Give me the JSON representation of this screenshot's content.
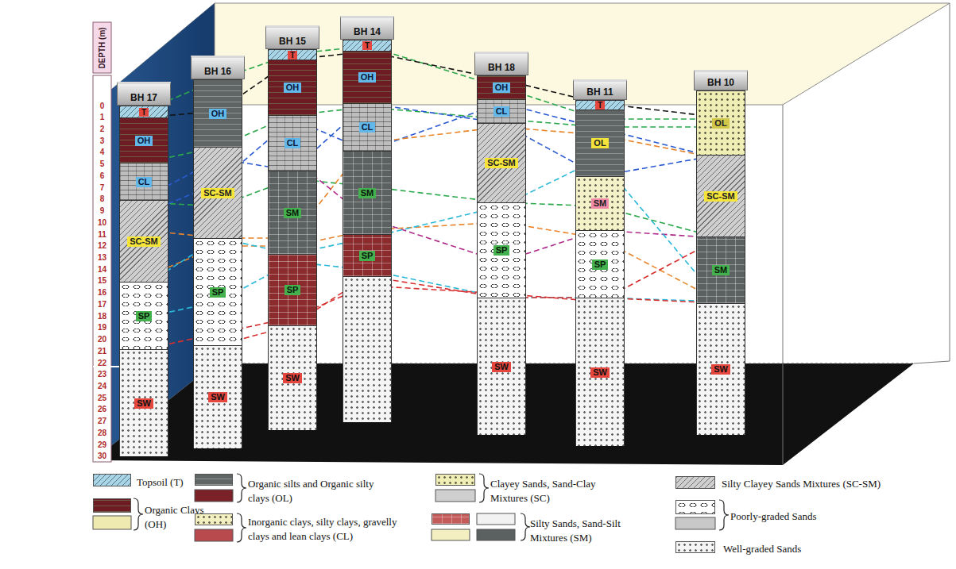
{
  "diagram": {
    "nodes": [
      {
        "text": [
          "BH 17"
        ]
      },
      {
        "text": [
          "T"
        ],
        "in": 0
      },
      {
        "text": [
          "OH"
        ],
        "in": 0
      },
      {
        "text": [
          "CL"
        ],
        "in": 0
      },
      {
        "text": [
          "SC-SM"
        ],
        "in": 0
      },
      {
        "text": [
          "SP"
        ],
        "in": 0
      },
      {
        "text": [
          "SW"
        ],
        "in": 0
      },
      {
        "text": [
          "BH 16"
        ]
      },
      {
        "text": [
          "OH"
        ],
        "in": 7
      },
      {
        "text": [
          "SC-SM"
        ],
        "in": 7
      },
      {
        "text": [
          "SP"
        ],
        "in": 7
      },
      {
        "text": [
          "SW"
        ],
        "in": 7
      },
      {
        "text": [
          "BH 15"
        ]
      },
      {
        "text": [
          "T"
        ],
        "in": 12
      },
      {
        "text": [
          "OH"
        ],
        "in": 12
      },
      {
        "text": [
          "CL"
        ],
        "in": 12
      },
      {
        "text": [
          "SM"
        ],
        "in": 12
      },
      {
        "text": [
          "SP"
        ],
        "in": 12
      },
      {
        "text": [
          "SW"
        ],
        "in": 12
      },
      {
        "text": [
          "BH 14"
        ]
      },
      {
        "text": [
          "T"
        ],
        "in": 19
      },
      {
        "text": [
          "OH"
        ],
        "in": 19
      },
      {
        "text": [
          "CL"
        ],
        "in": 19
      },
      {
        "text": [
          "SM"
        ],
        "in": 19
      },
      {
        "text": [
          "SP"
        ],
        "in": 19
      },
      {
        "text": [
          "BH 18"
        ]
      },
      {
        "text": [
          "OH"
        ],
        "in": 25
      },
      {
        "text": [
          "CL"
        ],
        "in": 25
      },
      {
        "text": [
          "SC-SM"
        ],
        "in": 25
      },
      {
        "text": [
          "SP"
        ],
        "in": 25
      },
      {
        "text": [
          "SW"
        ],
        "in": 25
      },
      {
        "text": [
          "BH 11"
        ]
      },
      {
        "text": [
          "T"
        ],
        "in": 31
      },
      {
        "text": [
          "OL"
        ],
        "in": 31
      },
      {
        "text": [
          "SM"
        ],
        "in": 31
      },
      {
        "text": [
          "SP"
        ],
        "in": 31
      },
      {
        "text": [
          "SW"
        ],
        "in": 31
      },
      {
        "text": [
          "BH 10"
        ]
      },
      {
        "text": [
          "OL"
        ],
        "in": 37
      },
      {
        "text": [
          "SC-SM"
        ],
        "in": 37
      },
      {
        "text": [
          "SM"
        ],
        "in": 37
      },
      {
        "text": [
          "SW"
        ],
        "in": 37
      }
    ],
    "labels": [
      "DEPTH (m)",
      "0",
      "1",
      "2",
      "3",
      "4",
      "5",
      "6",
      "7",
      "8",
      "9",
      "10",
      "11",
      "12",
      "13",
      "14",
      "15",
      "16",
      "17",
      "18",
      "19",
      "20",
      "21",
      "22",
      "23",
      "24",
      "25",
      "26",
      "27",
      "28",
      "29",
      "30"
    ],
    "legend": [
      {
        "text": "Topsoil (T)",
        "color": "#a8d6e8"
      },
      {
        "text": "Organic Clays (OH)",
        "color": "#6d1c24"
      },
      {
        "text": "Organic silts and Organic silty clays (OL)",
        "color": "#5f6565"
      },
      {
        "text": "Inorganic clays, silty clays, gravelly clays and lean clays (CL)",
        "color": "#f3efc0"
      },
      {
        "text": "Clayey Sands, Sand-Clay Mixtures (SC)",
        "color": "#f1eeb5"
      },
      {
        "text": "Silty Sands, Sand-Silt Mixtures (SM)",
        "color": "#c45a5a"
      },
      {
        "text": "Silty Clayey Sands Mixtures (SC-SM)",
        "color": "#cfcfcf"
      },
      {
        "text": "Poorly-graded Sands",
        "color": "#ffffff"
      },
      {
        "text": "Well-graded Sands",
        "color": "#f5f5f5"
      }
    ]
  }
}
